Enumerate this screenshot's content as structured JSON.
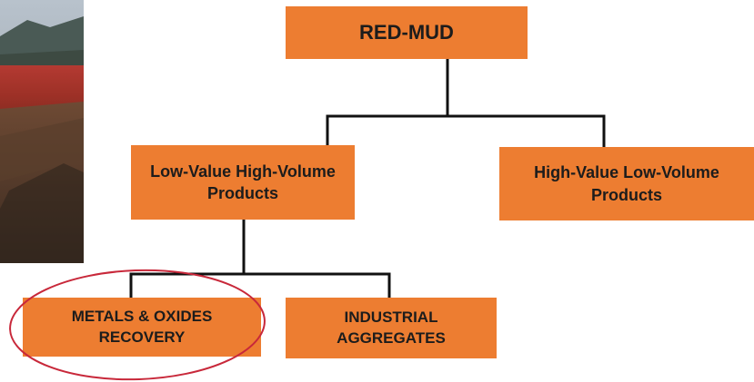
{
  "diagram": {
    "root": {
      "label": "RED-MUD"
    },
    "branches": [
      {
        "label": "Low-Value High-Volume\nProducts"
      },
      {
        "label": "High-Value Low-Volume\nProducts"
      }
    ],
    "leaves": [
      {
        "label": "METALS & OXIDES\nRECOVERY",
        "highlighted": true
      },
      {
        "label": "INDUSTRIAL\nAGGREGATES",
        "highlighted": false
      }
    ],
    "colors": {
      "box_fill": "#ED7D31",
      "connector": "#111111",
      "highlight": "#C8283A"
    }
  }
}
